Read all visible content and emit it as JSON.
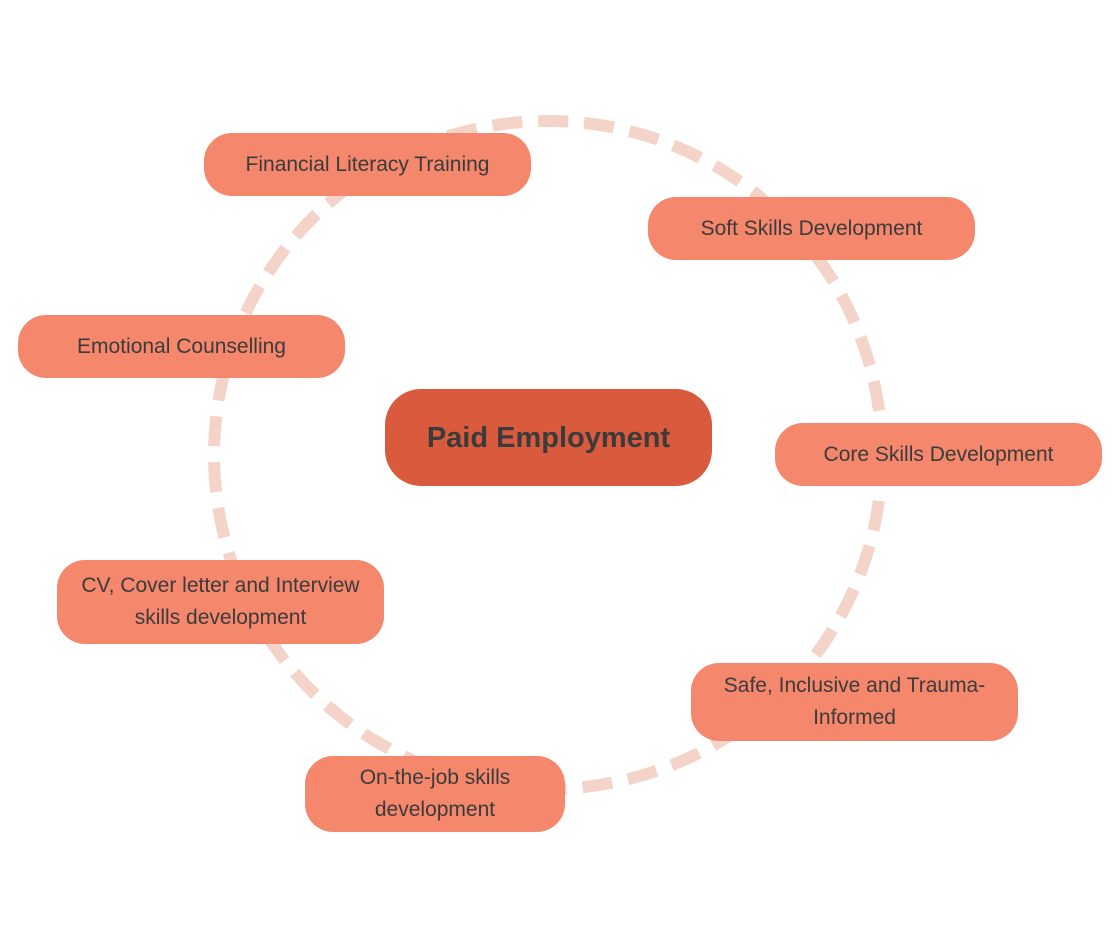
{
  "center": {
    "label": "Paid Employment",
    "color": "#d95a3c"
  },
  "node_color": "#f5876d",
  "ring_color": "#f4d3c9",
  "nodes": [
    {
      "label": "Financial Literacy Training"
    },
    {
      "label": "Soft Skills Development"
    },
    {
      "label": "Emotional Counselling"
    },
    {
      "label": "Core Skills Development"
    },
    {
      "label": "CV, Cover letter and Interview skills development"
    },
    {
      "label": "Safe, Inclusive and Trauma-Informed"
    },
    {
      "label": "On-the-job skills development"
    }
  ]
}
